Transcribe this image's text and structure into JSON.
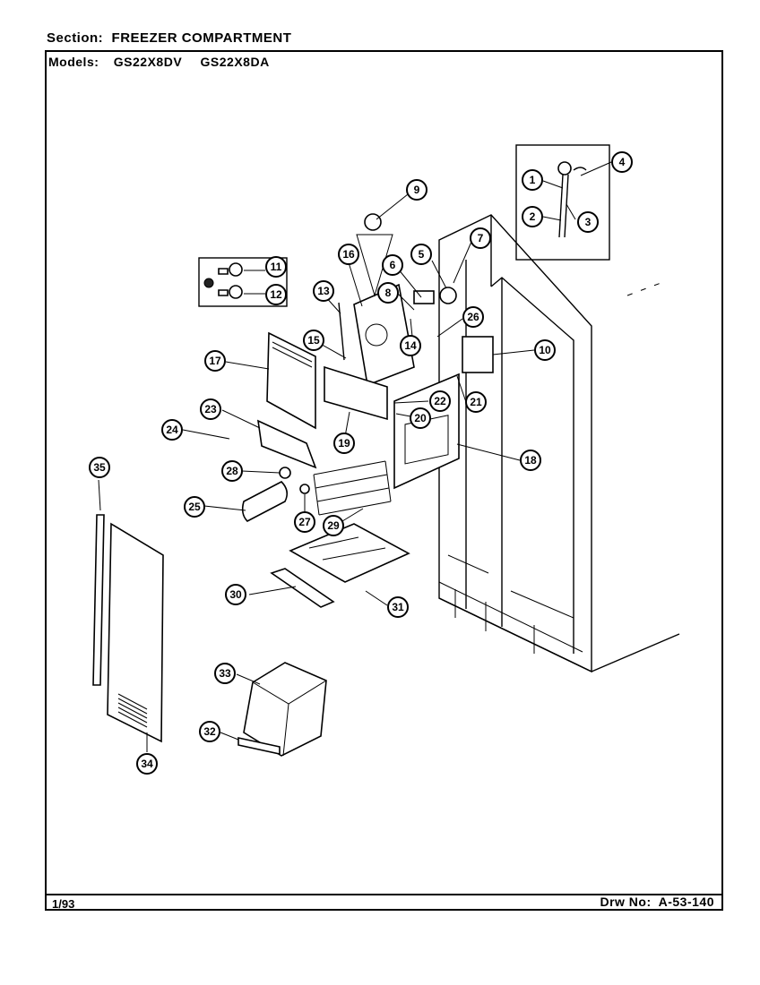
{
  "header": {
    "section_label": "Section:",
    "section_value": "FREEZER COMPARTMENT",
    "models_label": "Models:",
    "models": [
      "GS22X8DV",
      "GS22X8DA"
    ]
  },
  "footer": {
    "date": "1/93",
    "drawing_label": "Drw No:",
    "drawing_number": "A-53-140"
  },
  "callouts": {
    "c1": "1",
    "c2": "2",
    "c3": "3",
    "c4": "4",
    "c5": "5",
    "c6": "6",
    "c7": "7",
    "c8": "8",
    "c9": "9",
    "c10": "10",
    "c11": "11",
    "c12": "12",
    "c13": "13",
    "c14": "14",
    "c15": "15",
    "c16": "16",
    "c17": "17",
    "c18": "18",
    "c19": "19",
    "c20": "20",
    "c21": "21",
    "c22": "22",
    "c23": "23",
    "c24": "24",
    "c25": "25",
    "c26": "26",
    "c27": "27",
    "c28": "28",
    "c29": "29",
    "c30": "30",
    "c31": "31",
    "c32": "32",
    "c33": "33",
    "c34": "34",
    "c35": "35"
  }
}
